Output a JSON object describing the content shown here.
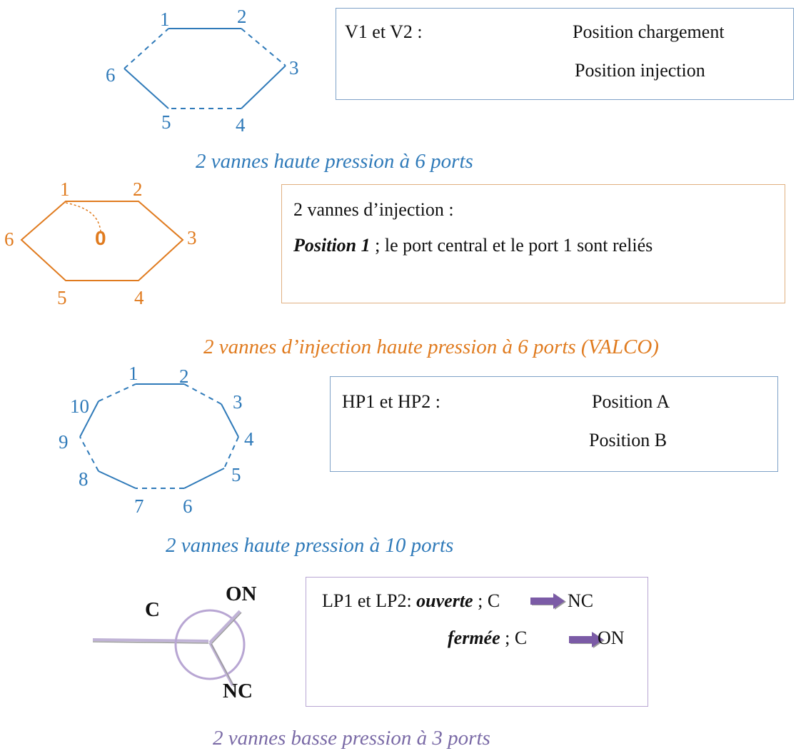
{
  "valve_6port_hp": {
    "ports": [
      "1",
      "2",
      "3",
      "4",
      "5",
      "6"
    ],
    "caption": "2 vannes haute pression à 6 ports",
    "legend": {
      "title": "V1 et V2 :",
      "dashed_label": "Position chargement",
      "solid_label": "Position injection"
    }
  },
  "valve_6port_injection": {
    "ports": [
      "1",
      "2",
      "3",
      "4",
      "5",
      "6"
    ],
    "center": "0",
    "caption": "2 vannes d’injection haute pression à 6 ports (VALCO)",
    "legend": {
      "line1": "2 vannes d’injection :",
      "position_label": "Position 1",
      "position_desc": " ; le port central et le port 1 sont reliés"
    }
  },
  "valve_10port_hp": {
    "ports": [
      "1",
      "2",
      "3",
      "4",
      "5",
      "6",
      "7",
      "8",
      "9",
      "10"
    ],
    "caption": "2 vannes haute pression à 10 ports",
    "legend": {
      "title": "HP1 et HP2 :",
      "dashed_label": "Position A",
      "solid_label": "Position B"
    }
  },
  "valve_3port_lp": {
    "ports": [
      "C",
      "ON",
      "NC"
    ],
    "caption": "2 vannes basse pression à 3 ports",
    "legend": {
      "title": "LP1 et LP2: ",
      "open_label": "ouverte",
      "open_from": " ; C",
      "open_to": "NC",
      "closed_label": "fermée",
      "closed_from": " ; C",
      "closed_to": "ON"
    }
  },
  "colors": {
    "blue": "#2f7ab9",
    "orange": "#e07b1f",
    "purple": "#7a6aa6",
    "lavender": "#b8a6d3",
    "arrow": "#7b5ba6"
  }
}
